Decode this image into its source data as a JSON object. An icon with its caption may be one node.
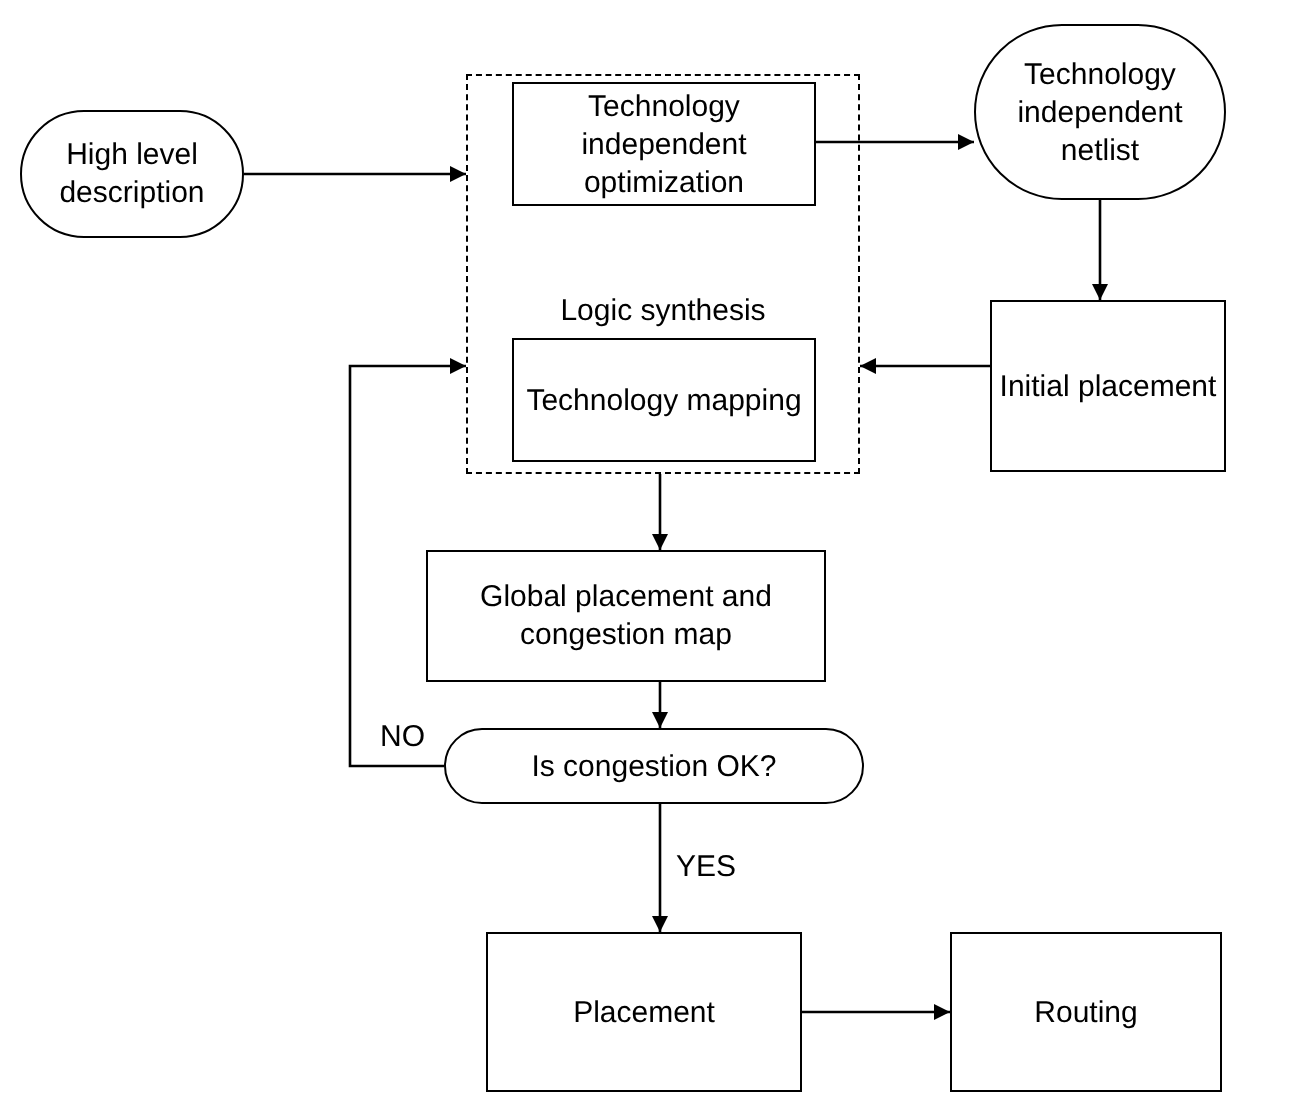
{
  "diagram": {
    "nodes": [
      {
        "text": [
          "High level description"
        ]
      },
      {
        "text": [
          "Logic synthesis"
        ]
      },
      {
        "text": [
          "Technology independent optimization"
        ],
        "in": 1
      },
      {
        "text": [
          "Technology mapping"
        ],
        "in": 1
      },
      {
        "text": [
          "Technology independent netlist"
        ]
      },
      {
        "text": [
          "Initial placement"
        ]
      },
      {
        "text": [
          "Global placement and congestion map"
        ]
      },
      {
        "text": [
          "Is congestion OK?"
        ]
      },
      {
        "text": [
          "Placement"
        ]
      },
      {
        "text": [
          "Routing"
        ]
      }
    ],
    "edges": [
      {
        "from": 0,
        "to": 1,
        "arrow": "to"
      },
      {
        "from": 2,
        "to": 4,
        "arrow": "to"
      },
      {
        "from": 4,
        "to": 5,
        "arrow": "to"
      },
      {
        "from": 5,
        "to": 1,
        "arrow": "to"
      },
      {
        "from": 1,
        "to": 6,
        "arrow": "to"
      },
      {
        "from": 6,
        "to": 7,
        "arrow": "to"
      },
      {
        "from": 7,
        "to": 1,
        "arrow": "to",
        "label": "NO"
      },
      {
        "from": 7,
        "to": 8,
        "arrow": "to",
        "label": "YES"
      },
      {
        "from": 8,
        "to": 9,
        "arrow": "to"
      }
    ]
  }
}
